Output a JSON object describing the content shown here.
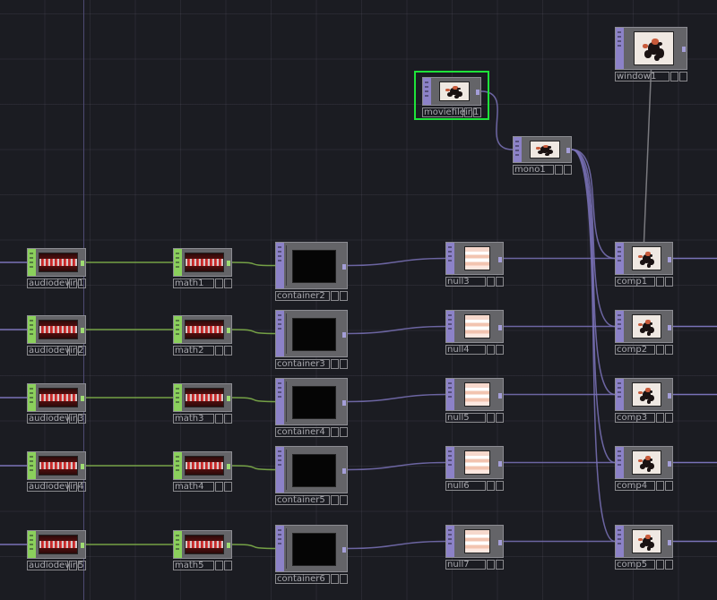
{
  "app": {
    "title": "Network Editor"
  },
  "colors": {
    "background": "#1b1c22",
    "chop_family": "#8bd05c",
    "top_family": "#8c82c8",
    "wire_chop": "#7fb04a",
    "wire_top": "#7a72b8",
    "selection": "#1ee33a"
  },
  "nodes": {
    "audiodevin1": {
      "name": "audiodevin1",
      "family": "CHOP"
    },
    "audiodevin2": {
      "name": "audiodevin2",
      "family": "CHOP"
    },
    "audiodevin3": {
      "name": "audiodevin3",
      "family": "CHOP"
    },
    "audiodevin4": {
      "name": "audiodevin4",
      "family": "CHOP"
    },
    "audiodevin5": {
      "name": "audiodevin5",
      "family": "CHOP"
    },
    "math1": {
      "name": "math1",
      "family": "CHOP"
    },
    "math2": {
      "name": "math2",
      "family": "CHOP"
    },
    "math3": {
      "name": "math3",
      "family": "CHOP"
    },
    "math4": {
      "name": "math4",
      "family": "CHOP"
    },
    "math5": {
      "name": "math5",
      "family": "CHOP"
    },
    "container2": {
      "name": "container2",
      "family": "COMP"
    },
    "container3": {
      "name": "container3",
      "family": "COMP"
    },
    "container4": {
      "name": "container4",
      "family": "COMP"
    },
    "container5": {
      "name": "container5",
      "family": "COMP"
    },
    "container6": {
      "name": "container6",
      "family": "COMP"
    },
    "null3": {
      "name": "null3",
      "family": "TOP"
    },
    "null4": {
      "name": "null4",
      "family": "TOP"
    },
    "null5": {
      "name": "null5",
      "family": "TOP"
    },
    "null6": {
      "name": "null6",
      "family": "TOP"
    },
    "null7": {
      "name": "null7",
      "family": "TOP"
    },
    "comp1": {
      "name": "comp1",
      "family": "TOP"
    },
    "comp2": {
      "name": "comp2",
      "family": "TOP"
    },
    "comp3": {
      "name": "comp3",
      "family": "TOP"
    },
    "comp4": {
      "name": "comp4",
      "family": "TOP"
    },
    "comp5": {
      "name": "comp5",
      "family": "TOP"
    },
    "moviefilein1": {
      "name": "moviefilein1",
      "family": "TOP",
      "selected": true
    },
    "mono1": {
      "name": "mono1",
      "family": "TOP"
    },
    "window1": {
      "name": "window1",
      "family": "COMP"
    }
  },
  "connections": [
    [
      "audiodevin1",
      "math1"
    ],
    [
      "audiodevin2",
      "math2"
    ],
    [
      "audiodevin3",
      "math3"
    ],
    [
      "audiodevin4",
      "math4"
    ],
    [
      "audiodevin5",
      "math5"
    ],
    [
      "math1",
      "container2"
    ],
    [
      "math2",
      "container3"
    ],
    [
      "math3",
      "container4"
    ],
    [
      "math4",
      "container5"
    ],
    [
      "math5",
      "container6"
    ],
    [
      "container2",
      "null3"
    ],
    [
      "container3",
      "null4"
    ],
    [
      "container4",
      "null5"
    ],
    [
      "container5",
      "null6"
    ],
    [
      "container6",
      "null7"
    ],
    [
      "null3",
      "comp1"
    ],
    [
      "null4",
      "comp2"
    ],
    [
      "null5",
      "comp3"
    ],
    [
      "null6",
      "comp4"
    ],
    [
      "null7",
      "comp5"
    ],
    [
      "moviefilein1",
      "mono1"
    ],
    [
      "mono1",
      "comp1"
    ],
    [
      "mono1",
      "comp2"
    ],
    [
      "mono1",
      "comp3"
    ],
    [
      "mono1",
      "comp4"
    ],
    [
      "mono1",
      "comp5"
    ],
    [
      "comp1",
      "window1"
    ]
  ]
}
